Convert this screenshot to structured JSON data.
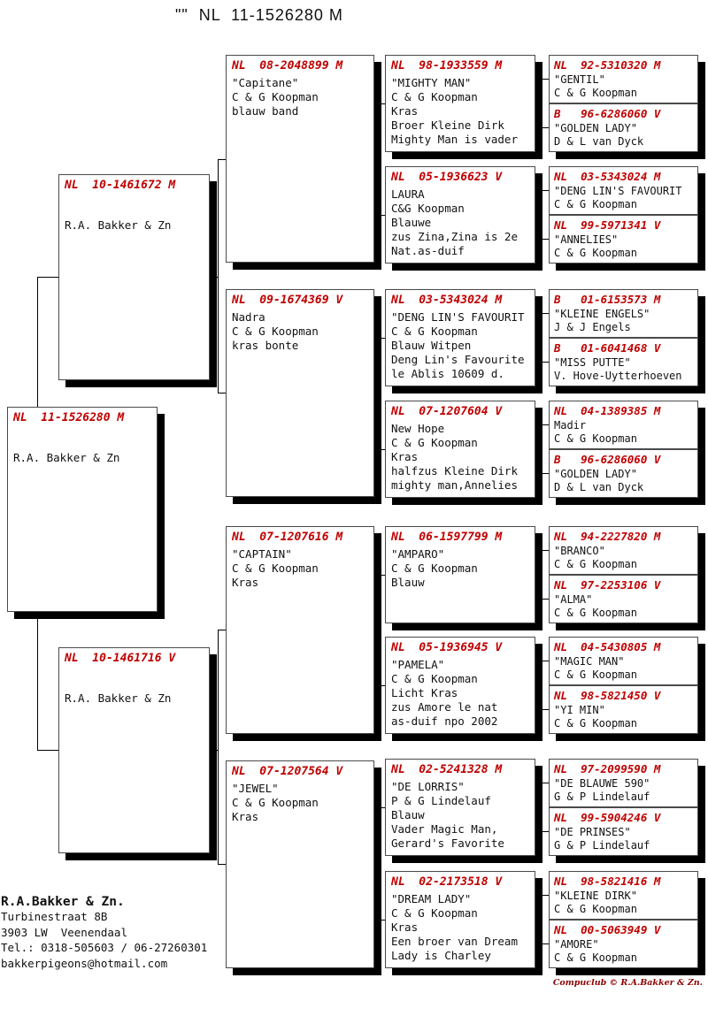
{
  "title": "\"\"  NL  11-1526280 M",
  "colors": {
    "ring_red": "#c00000",
    "box_shadow": "#000000",
    "box_border": "#4a4a4a"
  },
  "pedigree": {
    "subject": {
      "ring": "NL  11-1526280 M",
      "lines": [
        "R.A. Bakker & Zn"
      ]
    },
    "gen1": [
      {
        "ring": "NL  10-1461672 M",
        "lines": [
          "R.A. Bakker & Zn"
        ]
      },
      {
        "ring": "NL  10-1461716 V",
        "lines": [
          "R.A. Bakker & Zn"
        ]
      }
    ],
    "gen2": [
      {
        "ring": "NL  08-2048899 M",
        "lines": [
          "\"Capitane\"",
          "C & G Koopman",
          "blauw band"
        ]
      },
      {
        "ring": "NL  09-1674369 V",
        "lines": [
          "Nadra",
          "C & G Koopman",
          "kras bonte"
        ]
      },
      {
        "ring": "NL  07-1207616 M",
        "lines": [
          "\"CAPTAIN\"",
          "C & G Koopman",
          "Kras"
        ]
      },
      {
        "ring": "NL  07-1207564 V",
        "lines": [
          "\"JEWEL\"",
          "C & G Koopman",
          "Kras"
        ]
      }
    ],
    "gen3": [
      {
        "ring": "NL  98-1933559 M",
        "lines": [
          "\"MIGHTY MAN\"",
          "C & G Koopman",
          "Kras",
          "Broer Kleine Dirk",
          "Mighty Man is vader"
        ]
      },
      {
        "ring": "NL  05-1936623 V",
        "lines": [
          "LAURA",
          "C&G Koopman",
          "Blauwe",
          "zus Zina,Zina is 2e",
          "Nat.as-duif"
        ]
      },
      {
        "ring": "NL  03-5343024 M",
        "lines": [
          "\"DENG LIN'S FAVOURIT",
          "C & G Koopman",
          "Blauw Witpen",
          "Deng Lin's Favourite",
          "le Ablis 10609 d."
        ]
      },
      {
        "ring": "NL  07-1207604 V",
        "lines": [
          "New Hope",
          "C & G Koopman",
          "Kras",
          "halfzus Kleine Dirk",
          "mighty man,Annelies"
        ]
      },
      {
        "ring": "NL  06-1597799 M",
        "lines": [
          "\"AMPARO\"",
          "C & G Koopman",
          "Blauw"
        ]
      },
      {
        "ring": "NL  05-1936945 V",
        "lines": [
          "\"PAMELA\"",
          "C & G Koopman",
          "Licht Kras",
          "zus Amore le nat",
          "as-duif npo 2002"
        ]
      },
      {
        "ring": "NL  02-5241328 M",
        "lines": [
          "\"DE LORRIS\"",
          "P & G Lindelauf",
          "Blauw",
          "Vader Magic Man,",
          "Gerard's Favorite"
        ]
      },
      {
        "ring": "NL  02-2173518 V",
        "lines": [
          "\"DREAM LADY\"",
          "C & G Koopman",
          "Kras",
          "Een broer van Dream",
          "Lady is Charley"
        ]
      }
    ],
    "gen4": [
      {
        "ring": "NL  92-5310320 M",
        "lines": [
          "\"GENTIL\"",
          "C & G Koopman"
        ]
      },
      {
        "ring": "B   96-6286060 V",
        "lines": [
          "\"GOLDEN LADY\"",
          "D & L van Dyck"
        ]
      },
      {
        "ring": "NL  03-5343024 M",
        "lines": [
          "\"DENG LIN'S FAVOURIT",
          "C & G Koopman"
        ]
      },
      {
        "ring": "NL  99-5971341 V",
        "lines": [
          "\"ANNELIES\"",
          "C & G Koopman"
        ]
      },
      {
        "ring": "B   01-6153573 M",
        "lines": [
          "\"KLEINE ENGELS\"",
          "J & J Engels"
        ]
      },
      {
        "ring": "B   01-6041468 V",
        "lines": [
          "\"MISS PUTTE\"",
          "V. Hove-Uytterhoeven"
        ]
      },
      {
        "ring": "NL  04-1389385 M",
        "lines": [
          "Madir",
          "C & G Koopman"
        ]
      },
      {
        "ring": "B   96-6286060 V",
        "lines": [
          "\"GOLDEN LADY\"",
          "D & L van Dyck"
        ]
      },
      {
        "ring": "NL  94-2227820 M",
        "lines": [
          "\"BRANCO\"",
          "C & G Koopman"
        ]
      },
      {
        "ring": "NL  97-2253106 V",
        "lines": [
          "\"ALMA\"",
          "C & G Koopman"
        ]
      },
      {
        "ring": "NL  04-5430805 M",
        "lines": [
          "\"MAGIC MAN\"",
          "C & G Koopman"
        ]
      },
      {
        "ring": "NL  98-5821450 V",
        "lines": [
          "\"YI MIN\"",
          "C & G Koopman"
        ]
      },
      {
        "ring": "NL  97-2099590 M",
        "lines": [
          "\"DE BLAUWE 590\"",
          "G & P Lindelauf"
        ]
      },
      {
        "ring": "NL  99-5904246 V",
        "lines": [
          "\"DE PRINSES\"",
          "G & P Lindelauf"
        ]
      },
      {
        "ring": "NL  98-5821416 M",
        "lines": [
          "\"KLEINE DIRK\"",
          "C & G Koopman"
        ]
      },
      {
        "ring": "NL  00-5063949 V",
        "lines": [
          "\"AMORE\"",
          "C & G Koopman"
        ]
      }
    ]
  },
  "contact": {
    "name": "R.A.Bakker & Zn.",
    "lines": [
      "Turbinestraat 8B",
      "3903 LW  Veenendaal",
      "Tel.: 0318-505603 / 06-27260301",
      "bakkerpigeons@hotmail.com"
    ]
  },
  "footer": "Compuclub © R.A.Bakker & Zn."
}
